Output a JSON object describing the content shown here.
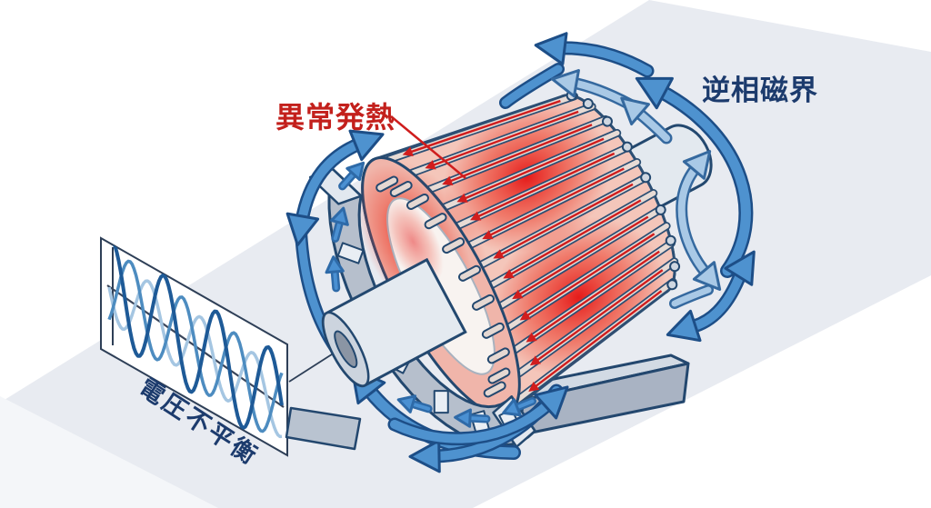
{
  "labels": {
    "abnormal_heat": "異常発熱",
    "reverse_phase_field": "逆相磁界",
    "voltage_unbalance": "電圧不平衡"
  },
  "colors": {
    "heat_label": "#c3201c",
    "field_label": "#1c3b6d",
    "unbalance_label": "#1c3b6d",
    "leader_red": "#cf1d1d",
    "bar_arrow_red": "#d11d1d",
    "rotor_glow_red": "#e41212",
    "arrow_blue": "#4e92cf",
    "arrow_blue_light": "#a9c9e6",
    "arrow_outline": "#1d4e87",
    "arrow_light_outline": "#35699f",
    "small_arrow_blue": "#4a90d2",
    "machine_gray": "#b6bfcc",
    "machine_outline": "#23486f",
    "background_band": "#e8ebf1"
  },
  "waveform_panel": {
    "cycles": 3.3,
    "waves": [
      {
        "name": "phase-1",
        "color": "#a5c6e2",
        "amplitude": 36,
        "phase": 0.0
      },
      {
        "name": "phase-2",
        "color": "#4d8cc0",
        "amplitude": 44,
        "phase": 2.2
      },
      {
        "name": "phase-3",
        "color": "#1e5a97",
        "amplitude": 54,
        "phase": 4.4
      }
    ]
  }
}
